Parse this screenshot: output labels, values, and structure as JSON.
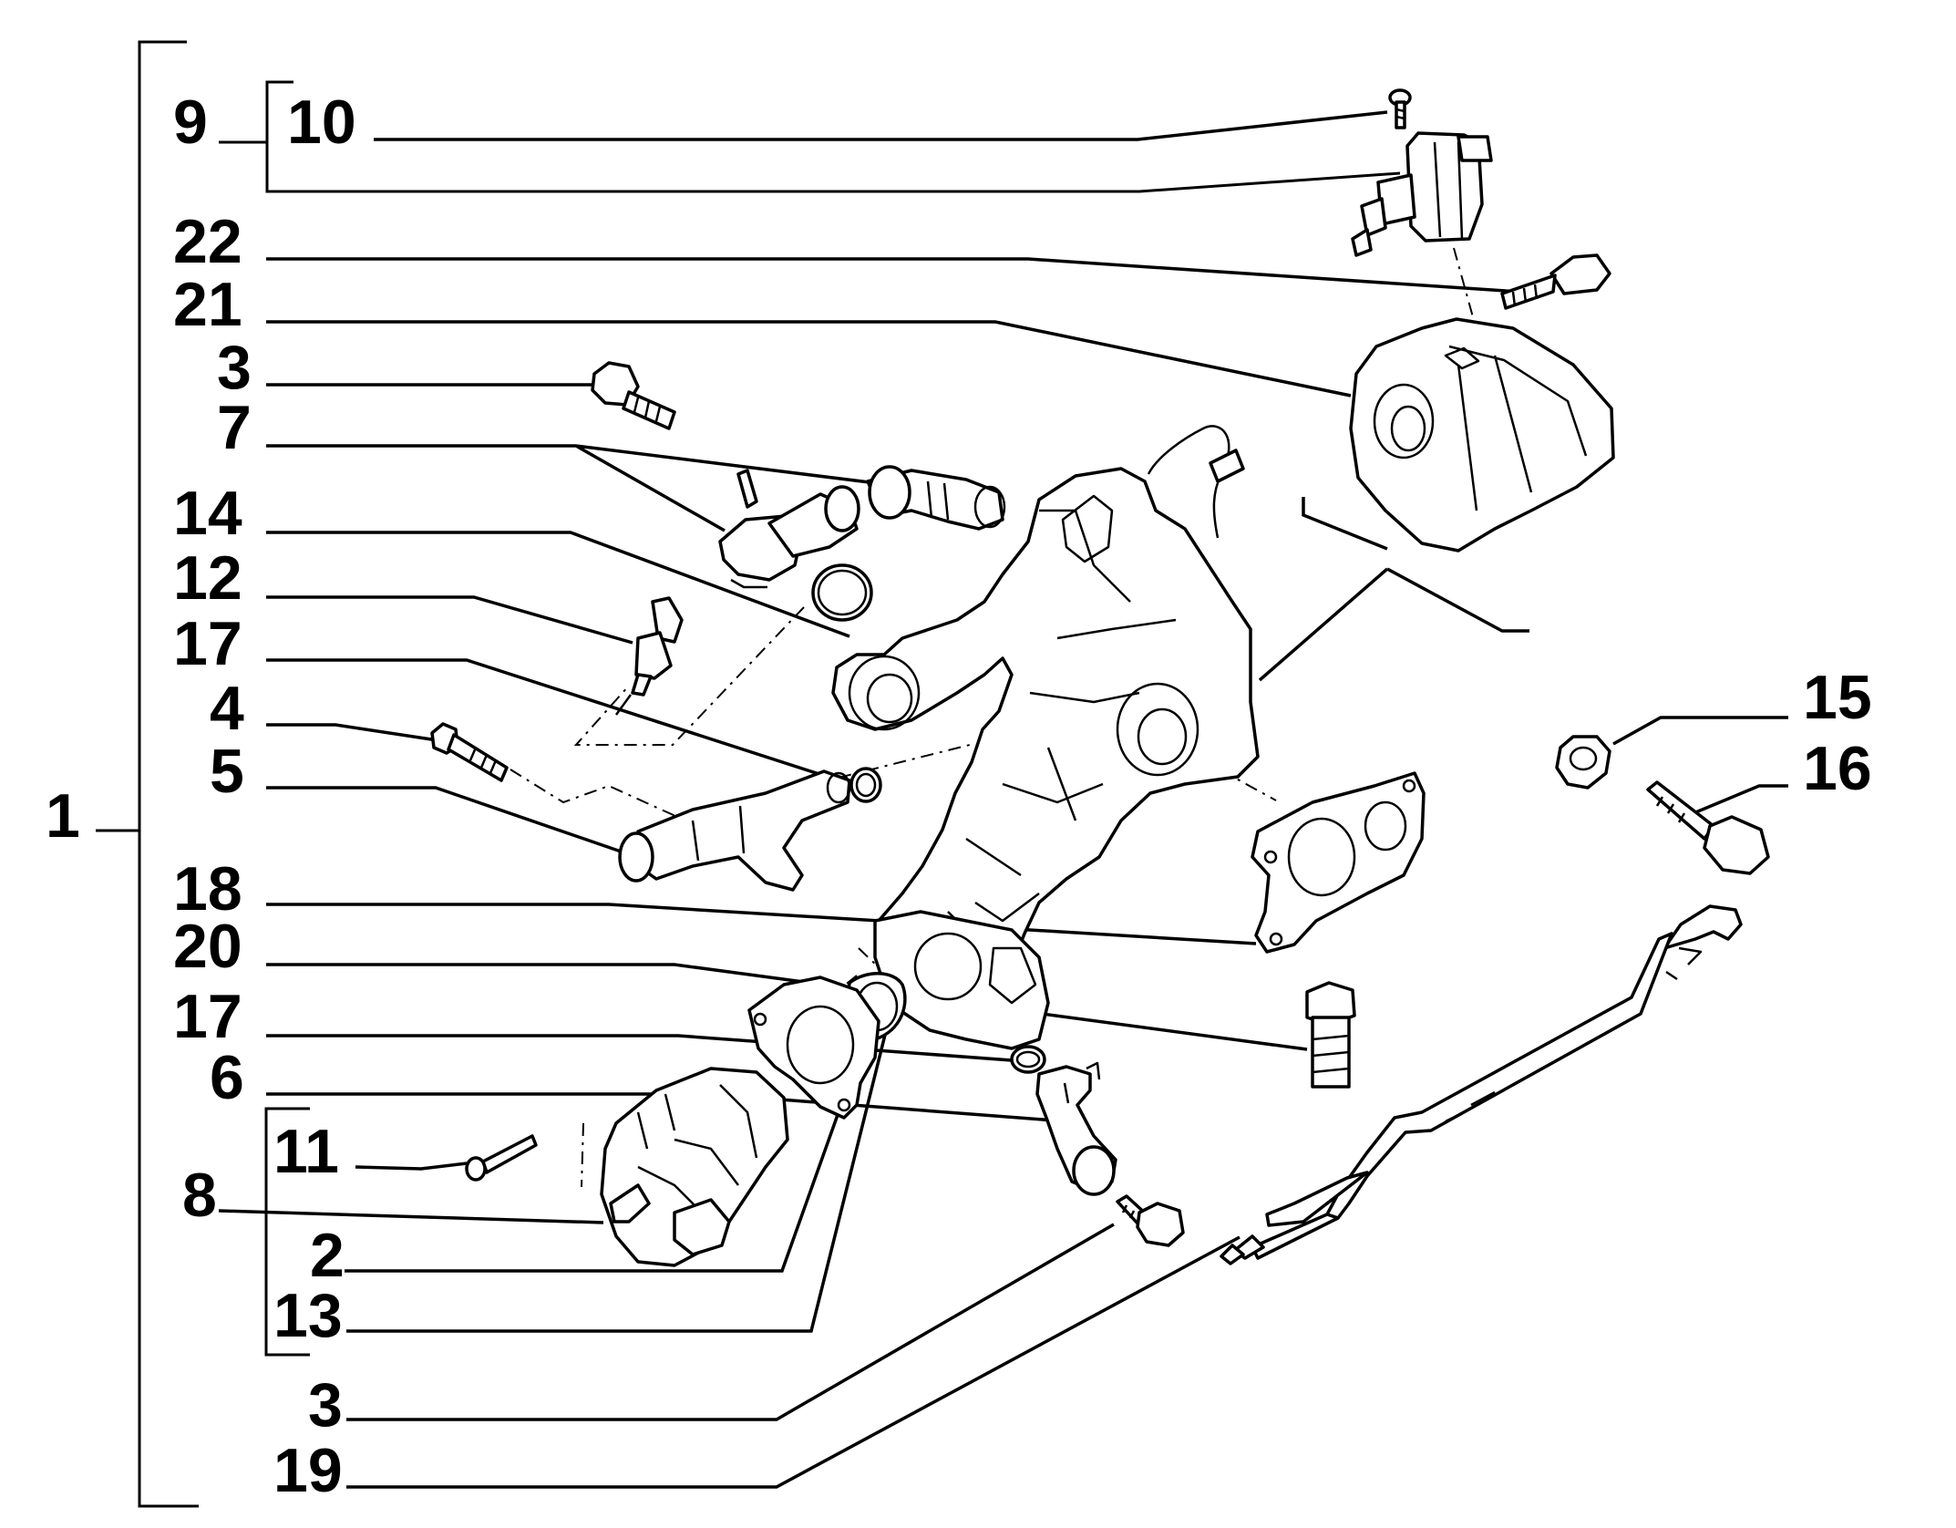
{
  "callouts": {
    "c1": "1",
    "c9": "9",
    "c10": "10",
    "c22": "22",
    "c21": "21",
    "c3a": "3",
    "c7": "7",
    "c14": "14",
    "c12": "12",
    "c17a": "17",
    "c4": "4",
    "c5": "5",
    "c18": "18",
    "c20": "20",
    "c17b": "17",
    "c6": "6",
    "c11": "11",
    "c8": "8",
    "c2": "2",
    "c13": "13",
    "c3b": "3",
    "c19": "19",
    "c15": "15",
    "c16": "16"
  }
}
